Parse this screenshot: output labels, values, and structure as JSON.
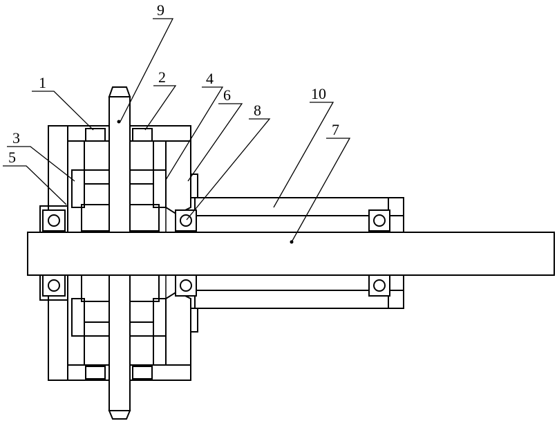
{
  "figure": {
    "labels": [
      {
        "key": "l1",
        "text": "1"
      },
      {
        "key": "l2",
        "text": "2"
      },
      {
        "key": "l3",
        "text": "3"
      },
      {
        "key": "l4",
        "text": "4"
      },
      {
        "key": "l5",
        "text": "5"
      },
      {
        "key": "l6",
        "text": "6"
      },
      {
        "key": "l7",
        "text": "7"
      },
      {
        "key": "l8",
        "text": "8"
      },
      {
        "key": "l9",
        "text": "9"
      },
      {
        "key": "l10",
        "text": "10"
      }
    ]
  }
}
